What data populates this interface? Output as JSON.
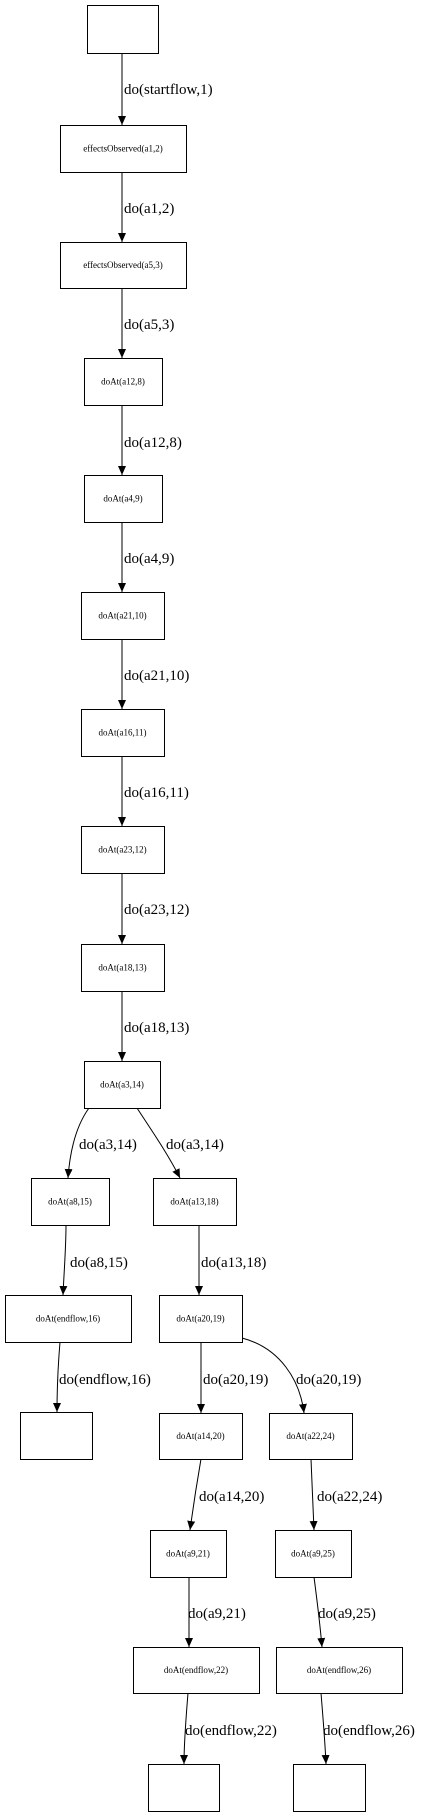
{
  "diagram": {
    "nodes": [
      {
        "id": "n0",
        "label": ""
      },
      {
        "id": "n1",
        "label": "effectsObserved(a1,2)"
      },
      {
        "id": "n2",
        "label": "effectsObserved(a5,3)"
      },
      {
        "id": "n3",
        "label": "doAt(a12,8)"
      },
      {
        "id": "n4",
        "label": "doAt(a4,9)"
      },
      {
        "id": "n5",
        "label": "doAt(a21,10)"
      },
      {
        "id": "n6",
        "label": "doAt(a16,11)"
      },
      {
        "id": "n7",
        "label": "doAt(a23,12)"
      },
      {
        "id": "n8",
        "label": "doAt(a18,13)"
      },
      {
        "id": "n9",
        "label": "doAt(a3,14)"
      },
      {
        "id": "n10",
        "label": "doAt(a8,15)"
      },
      {
        "id": "n11",
        "label": "doAt(a13,18)"
      },
      {
        "id": "n12",
        "label": "doAt(endflow,16)"
      },
      {
        "id": "n13",
        "label": "doAt(a20,19)"
      },
      {
        "id": "n14",
        "label": ""
      },
      {
        "id": "n15",
        "label": "doAt(a14,20)"
      },
      {
        "id": "n16",
        "label": "doAt(a22,24)"
      },
      {
        "id": "n17",
        "label": "doAt(a9,21)"
      },
      {
        "id": "n18",
        "label": "doAt(a9,25)"
      },
      {
        "id": "n19",
        "label": "doAt(endflow,22)"
      },
      {
        "id": "n20",
        "label": "doAt(endflow,26)"
      },
      {
        "id": "n21",
        "label": ""
      },
      {
        "id": "n22",
        "label": ""
      }
    ],
    "edges": [
      {
        "id": "e0",
        "from": "n0",
        "to": "n1",
        "label": "do(startflow,1)"
      },
      {
        "id": "e1",
        "from": "n1",
        "to": "n2",
        "label": "do(a1,2)"
      },
      {
        "id": "e2",
        "from": "n2",
        "to": "n3",
        "label": "do(a5,3)"
      },
      {
        "id": "e3",
        "from": "n3",
        "to": "n4",
        "label": "do(a12,8)"
      },
      {
        "id": "e4",
        "from": "n4",
        "to": "n5",
        "label": "do(a4,9)"
      },
      {
        "id": "e5",
        "from": "n5",
        "to": "n6",
        "label": "do(a21,10)"
      },
      {
        "id": "e6",
        "from": "n6",
        "to": "n7",
        "label": "do(a16,11)"
      },
      {
        "id": "e7",
        "from": "n7",
        "to": "n8",
        "label": "do(a23,12)"
      },
      {
        "id": "e8",
        "from": "n8",
        "to": "n9",
        "label": "do(a18,13)"
      },
      {
        "id": "e9",
        "from": "n9",
        "to": "n10",
        "label": "do(a3,14)"
      },
      {
        "id": "e10",
        "from": "n9",
        "to": "n11",
        "label": "do(a3,14)"
      },
      {
        "id": "e11",
        "from": "n10",
        "to": "n12",
        "label": "do(a8,15)"
      },
      {
        "id": "e12",
        "from": "n11",
        "to": "n13",
        "label": "do(a13,18)"
      },
      {
        "id": "e13",
        "from": "n12",
        "to": "n14",
        "label": "do(endflow,16)"
      },
      {
        "id": "e14",
        "from": "n13",
        "to": "n15",
        "label": "do(a20,19)"
      },
      {
        "id": "e15",
        "from": "n13",
        "to": "n16",
        "label": "do(a20,19)"
      },
      {
        "id": "e16",
        "from": "n15",
        "to": "n17",
        "label": "do(a14,20)"
      },
      {
        "id": "e17",
        "from": "n16",
        "to": "n18",
        "label": "do(a22,24)"
      },
      {
        "id": "e18",
        "from": "n17",
        "to": "n19",
        "label": "do(a9,21)"
      },
      {
        "id": "e19",
        "from": "n18",
        "to": "n20",
        "label": "do(a9,25)"
      },
      {
        "id": "e20",
        "from": "n19",
        "to": "n21",
        "label": "do(endflow,22)"
      },
      {
        "id": "e21",
        "from": "n20",
        "to": "n22",
        "label": "do(endflow,26)"
      }
    ]
  }
}
